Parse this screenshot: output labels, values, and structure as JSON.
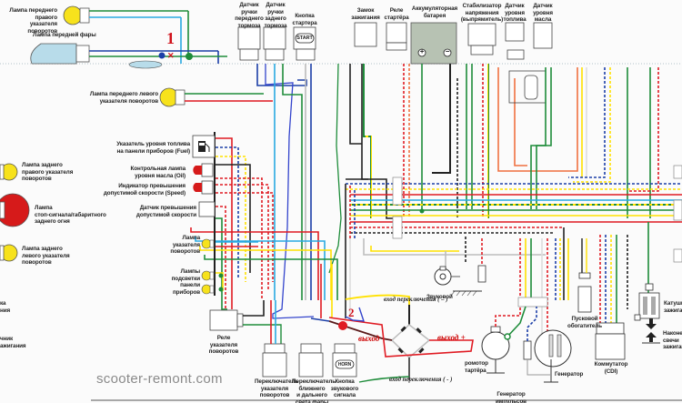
{
  "title": "Схема электропроводки скутера",
  "watermark": "scooter-remont.com",
  "colors": {
    "green": "#1e8c3a",
    "red": "#e01b23",
    "blue": "#1c3fa8",
    "light_blue": "#29a9e1",
    "yellow": "#ffe100",
    "black": "#222222",
    "orange": "#f07040",
    "gray": "#bdbdbd",
    "lamp_yellow": "#f7e21c",
    "lamp_red": "#d61a1a",
    "battery": "#b7c2b3",
    "headlamp": "#b8dcea"
  },
  "annotations": {
    "mark_1": "1",
    "mark_2": "2",
    "input_plus": "вход переключения ( – )",
    "input_minus": "вход переключения ( - )",
    "output_left": "выход",
    "output_right": "выход +"
  },
  "labels": {
    "front_right_turn": "Лампа переднего правого\nуказателя поворотов",
    "headlight": "Лампа передней фары",
    "front_left_turn": "Лампа переднего левого\nуказателя поворотов",
    "rear_right_turn": "Лампа заднего\nправого указателя\nповоротов",
    "stop_lamp": "Лампа\nстоп-сигнала/габаритного\nзаднего огня",
    "rear_left_turn": "Лампа заднего\nлевого указателя\nповоротов",
    "ignition_coil_left": "ка\nния",
    "spark_cap_left": "чник\nажигания",
    "fuel_gauge": "Указатель уровня топлива\nна панели приборов (Fuel)",
    "oil_lamp": "Контрольная лампа\nуровня масла (Oil)",
    "speed_indicator": "Индикатор  превышения\nдопустимой скорости (Speed)",
    "speed_sensor": "Датчик превышения\nдопустимой скорости",
    "turn_indicator": "Лампа\nуказателя\nповоротов",
    "panel_lights": "Лампы\nподсветки\nпанели\nприборов",
    "front_brake": "Датчик\nручки\nпереднего\nтормоза",
    "rear_brake": "Датчик\nручки\nзаднего\nтормоза",
    "start_button": "Кнопка\nстартера",
    "start_text": "START",
    "ignition_lock": "Замок\nзажигания",
    "starter_relay": "Реле\nстартёра",
    "battery": "Аккумуляторная\nбатарея",
    "battery_plus": "+",
    "battery_minus": "−",
    "regulator": "Стабилизатор\nнапряжения\n(выпрямитель)",
    "fuel_sensor": "Датчик\nуровня\nтоплива",
    "oil_sensor": "Датчик\nуровня\nмасла",
    "turn_relay": "Реле\nуказателя\nповоротов",
    "turn_switch": "Переключатель\nуказателя\nповоротов",
    "light_switch": "Переключатель\nближнего\nи дальнего\nсвета фары",
    "horn_button": "Кнопка\nзвукового\nсигнала",
    "horn_text": "HORN",
    "horn": "Звуковой",
    "starter_motor": "ромотор\nтартёра",
    "pulse_generator": "Генератор\nимпульсов",
    "generator": "Генератор",
    "choke": "Пусковой\nобогатитель",
    "cdi": "Коммутатор\n(CDI)",
    "ignition_coil": "Катушка\nзажигания",
    "spark_cap": "Наконечник\nсвечи зажигания"
  }
}
